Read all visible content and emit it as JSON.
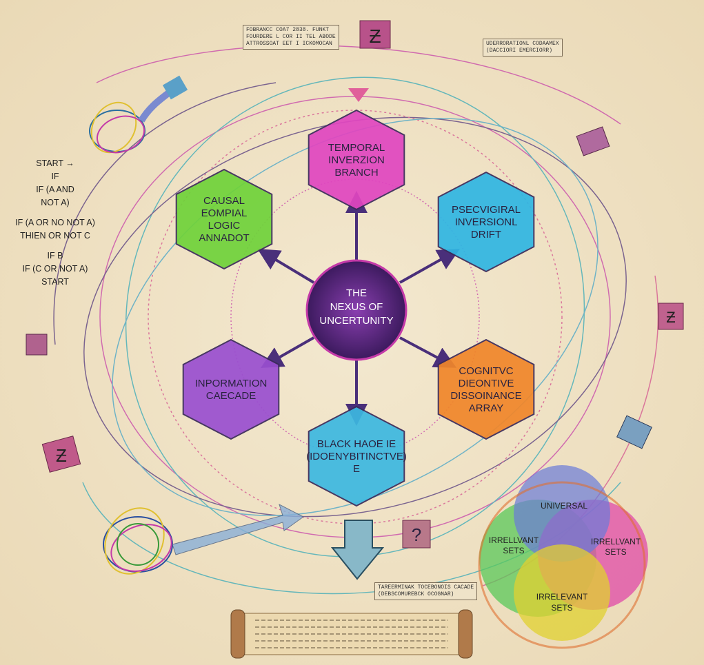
{
  "center": {
    "line1": "THE",
    "line2": "NEXUS OF",
    "line3": "UNCERTUNITY"
  },
  "nodes": [
    {
      "id": "temporal",
      "lines": [
        "TEMPORAL",
        "INVERZION",
        "BRANCH"
      ],
      "color": "#e046c0"
    },
    {
      "id": "causal",
      "lines": [
        "CAUSAL",
        "EOMPIAL",
        "LOGIC",
        "ANNADOT"
      ],
      "color": "#6fd23a"
    },
    {
      "id": "psychological",
      "lines": [
        "PSECVIGIRAL",
        "INVERSIONL",
        "DRIFT"
      ],
      "color": "#2fb6e3"
    },
    {
      "id": "information",
      "lines": [
        "INPORMATION",
        "CAECADE"
      ],
      "color": "#9a4fd0"
    },
    {
      "id": "cognitive",
      "lines": [
        "COGNITVC",
        "DIEONTIVE",
        "DISSOINANCE",
        "ARRAY"
      ],
      "color": "#f0862a"
    },
    {
      "id": "blackhole",
      "lines": [
        "BLACK HAOE IE",
        "(IDOENYBITINCTVE)",
        "E"
      ],
      "color": "#3cb8e0"
    }
  ],
  "logic_flow": [
    "START →",
    "IF",
    "IF (A AND",
    "NOT A)",
    "IF (A OR NO NOT A)",
    "THIEN OR NOT C",
    "IF      B",
    "IF (C OR NOT A)",
    "START"
  ],
  "notes": {
    "top_left": [
      "FOBRANCC COA7 2838. FUNKT",
      "FOURDERE L COR II TEL ABODE",
      "ATTROSSOAT EET I ICKOMOCAN"
    ],
    "top_right": [
      "UDERRORATIONL CODAAMEX",
      "(DACCIORI EMERCIORR)"
    ],
    "bottom": [
      "TAREERMINAK TOCEBONOIS CACADE",
      "(DEBSCOMUREBCK OCOGNAR)"
    ]
  },
  "symbols": {
    "top_box": "Ƶ",
    "question_box": "?",
    "left_box": "Ƶ",
    "right_box": "Ƶ"
  },
  "venn": {
    "top": "UNIVERSAL",
    "left": [
      "IRRELLVANT",
      "SETS"
    ],
    "right": [
      "IRRELLVANT",
      "SETS"
    ],
    "bottom": [
      "IRRELEVANT",
      "SETS"
    ]
  }
}
